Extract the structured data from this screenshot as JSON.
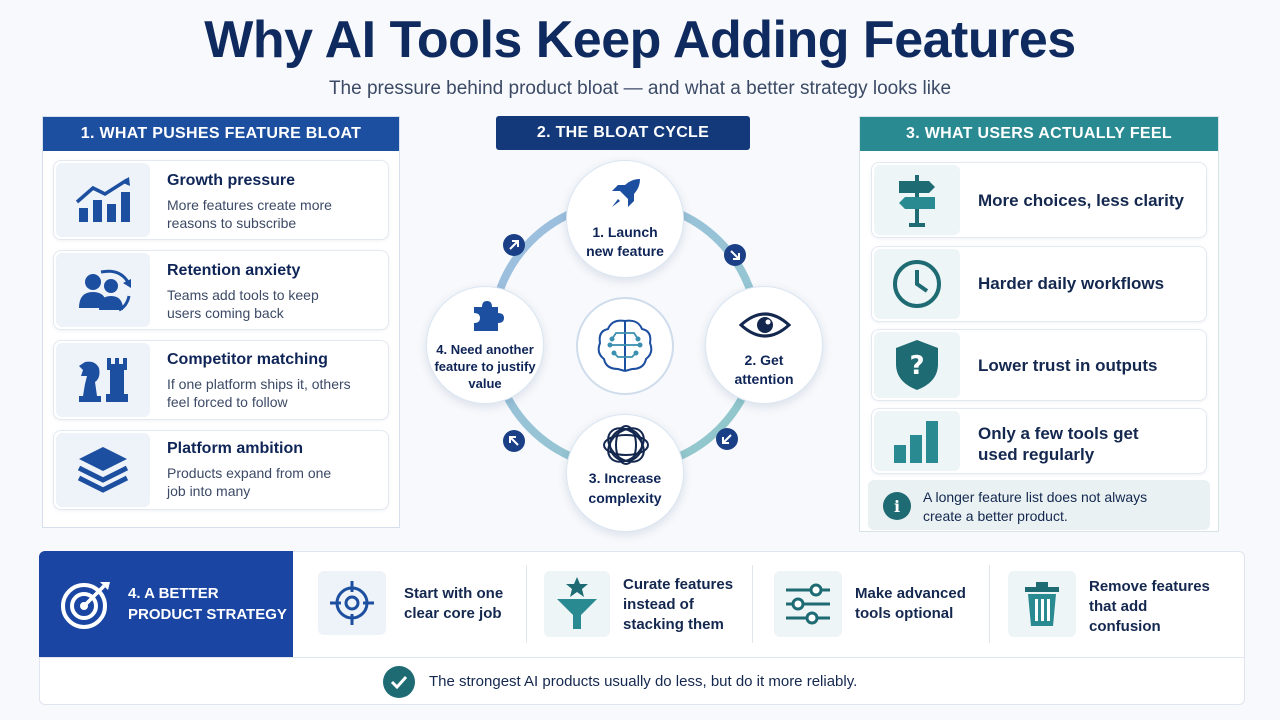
{
  "title": "Why AI Tools Keep Adding Features",
  "subtitle": "The pressure behind product bloat — and what a better strategy looks like",
  "panel1": {
    "heading": "1.  WHAT PUSHES FEATURE BLOAT",
    "accent": "#1d4fa0",
    "items": [
      {
        "title": "Growth pressure",
        "desc1": "More features create more",
        "desc2": "reasons to subscribe",
        "icon": "growth-chart-icon"
      },
      {
        "title": "Retention anxiety",
        "desc1": "Teams add tools to keep",
        "desc2": "users coming back",
        "icon": "users-cycle-icon"
      },
      {
        "title": "Competitor matching",
        "desc1": "If one platform ships it, others",
        "desc2": "feel forced to follow",
        "icon": "chess-pieces-icon"
      },
      {
        "title": "Platform ambition",
        "desc1": "Products expand from one",
        "desc2": "job into many",
        "icon": "layers-icon"
      }
    ]
  },
  "panel2": {
    "heading": "2. THE BLOAT CYCLE",
    "accent": "#14397a",
    "nodes": [
      {
        "line1": "1. Launch",
        "line2": "new feature",
        "icon": "rocket-icon"
      },
      {
        "line1": "2. Get",
        "line2": "attention",
        "icon": "eye-icon"
      },
      {
        "line1": "3. Increase",
        "line2": "complexity",
        "icon": "tangle-icon"
      },
      {
        "line1": "4. Need another",
        "line2": "feature to justify",
        "line3": "value",
        "icon": "puzzle-icon"
      }
    ],
    "center_icon": "ai-brain-circuit-icon"
  },
  "panel3": {
    "heading": "3. WHAT USERS ACTUALLY FEEL",
    "accent": "#2a8a92",
    "items": [
      {
        "line1": "More choices, less clarity",
        "icon": "signpost-icon"
      },
      {
        "line1": "Harder daily workflows",
        "icon": "clock-icon"
      },
      {
        "line1": "Lower trust in outputs",
        "icon": "shield-question-icon"
      },
      {
        "line1": "Only a few tools get",
        "line2": "used regularly",
        "icon": "bar-chart-icon"
      }
    ],
    "note1": "A longer feature list does not always",
    "note2": "create a better product."
  },
  "panel4": {
    "line1": "4. A BETTER",
    "line2": "PRODUCT STRATEGY",
    "accent": "#1a45a3",
    "items": [
      {
        "line1": "Start with one",
        "line2": "clear core job",
        "icon": "target-crosshair-icon"
      },
      {
        "line1": "Curate features",
        "line2": "instead of",
        "line3": "stacking them",
        "icon": "funnel-star-icon"
      },
      {
        "line1": "Make advanced",
        "line2": "tools optional",
        "icon": "sliders-icon"
      },
      {
        "line1": "Remove features",
        "line2": "that add",
        "line3": "confusion",
        "icon": "trash-icon"
      }
    ],
    "footer": "The strongest AI products usually do less, but do it more reliably."
  }
}
